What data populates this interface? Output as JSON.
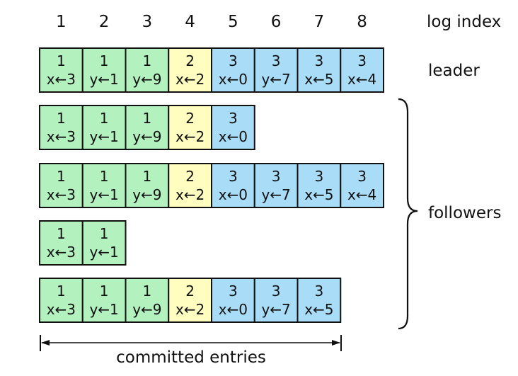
{
  "log_index": {
    "label": "log index",
    "values": [
      "1",
      "2",
      "3",
      "4",
      "5",
      "6",
      "7",
      "8"
    ]
  },
  "labels": {
    "leader": "leader",
    "followers": "followers",
    "committed": "committed entries"
  },
  "term_colors": {
    "1": "#b3f1bf",
    "2": "#fffdbf",
    "3": "#a8dcf7"
  },
  "rows": [
    {
      "role": "leader",
      "entries": [
        {
          "term": "1",
          "cmd": "x←3"
        },
        {
          "term": "1",
          "cmd": "y←1"
        },
        {
          "term": "1",
          "cmd": "y←9"
        },
        {
          "term": "2",
          "cmd": "x←2"
        },
        {
          "term": "3",
          "cmd": "x←0"
        },
        {
          "term": "3",
          "cmd": "y←7"
        },
        {
          "term": "3",
          "cmd": "x←5"
        },
        {
          "term": "3",
          "cmd": "x←4"
        }
      ]
    },
    {
      "role": "follower",
      "entries": [
        {
          "term": "1",
          "cmd": "x←3"
        },
        {
          "term": "1",
          "cmd": "y←1"
        },
        {
          "term": "1",
          "cmd": "y←9"
        },
        {
          "term": "2",
          "cmd": "x←2"
        },
        {
          "term": "3",
          "cmd": "x←0"
        }
      ]
    },
    {
      "role": "follower",
      "entries": [
        {
          "term": "1",
          "cmd": "x←3"
        },
        {
          "term": "1",
          "cmd": "y←1"
        },
        {
          "term": "1",
          "cmd": "y←9"
        },
        {
          "term": "2",
          "cmd": "x←2"
        },
        {
          "term": "3",
          "cmd": "x←0"
        },
        {
          "term": "3",
          "cmd": "y←7"
        },
        {
          "term": "3",
          "cmd": "x←5"
        },
        {
          "term": "3",
          "cmd": "x←4"
        }
      ]
    },
    {
      "role": "follower",
      "entries": [
        {
          "term": "1",
          "cmd": "x←3"
        },
        {
          "term": "1",
          "cmd": "y←1"
        }
      ]
    },
    {
      "role": "follower",
      "entries": [
        {
          "term": "1",
          "cmd": "x←3"
        },
        {
          "term": "1",
          "cmd": "y←1"
        },
        {
          "term": "1",
          "cmd": "y←9"
        },
        {
          "term": "2",
          "cmd": "x←2"
        },
        {
          "term": "3",
          "cmd": "x←0"
        },
        {
          "term": "3",
          "cmd": "y←7"
        },
        {
          "term": "3",
          "cmd": "x←5"
        }
      ]
    }
  ],
  "committed_through_index": 7
}
